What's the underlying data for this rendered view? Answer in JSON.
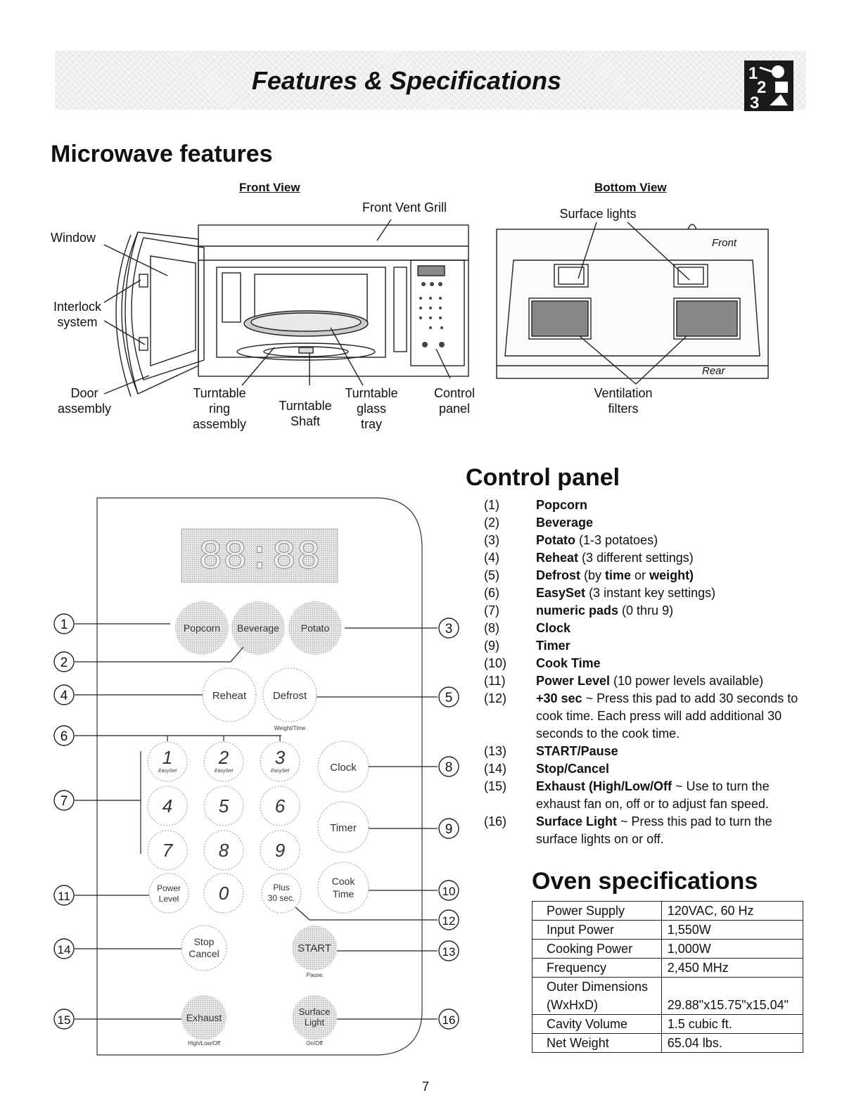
{
  "header": {
    "title": "Features & Specifications"
  },
  "microwave_features": {
    "heading": "Microwave features",
    "front_view": {
      "label": "Front View",
      "callouts": {
        "front_vent_grill": "Front Vent Grill",
        "window": "Window",
        "interlock": [
          "Interlock",
          "system"
        ],
        "door": [
          "Door",
          "assembly"
        ],
        "turntable_ring": [
          "Turntable",
          "ring",
          "assembly"
        ],
        "turntable_shaft": [
          "Turntable",
          "Shaft"
        ],
        "turntable_glass": [
          "Turntable",
          "glass",
          "tray"
        ],
        "control_panel": [
          "Control",
          "panel"
        ]
      }
    },
    "bottom_view": {
      "label": "Bottom View",
      "callouts": {
        "surface_lights": "Surface lights",
        "front": "Front",
        "rear": "Rear",
        "ventilation": [
          "Ventilation",
          "filters"
        ]
      }
    }
  },
  "control_panel": {
    "heading": "Control panel",
    "display": "88:88",
    "keys": {
      "popcorn": "Popcorn",
      "beverage": "Beverage",
      "potato": "Potato",
      "reheat": "Reheat",
      "defrost": "Defrost",
      "defrost_sub": "Weight/Time",
      "n1": "1",
      "n2": "2",
      "n3": "3",
      "easyset": "EasySet",
      "n4": "4",
      "n5": "5",
      "n6": "6",
      "n7": "7",
      "n8": "8",
      "n9": "9",
      "n0": "0",
      "clock": "Clock",
      "timer": "Timer",
      "cook": "Cook",
      "time": "Time",
      "power": "Power",
      "level": "Level",
      "plus": "Plus",
      "thirty": "30 sec.",
      "stop": "Stop",
      "cancel": "Cancel",
      "start": "START",
      "pause": "Pause",
      "exhaust": "Exhaust",
      "exhaust_sub": "High/Low/Off",
      "surface": "Surface",
      "light": "Light",
      "surface_sub": "On/Off"
    },
    "callout_numbers": [
      "1",
      "2",
      "3",
      "4",
      "5",
      "6",
      "7",
      "8",
      "9",
      "10",
      "11",
      "12",
      "13",
      "14",
      "15",
      "16"
    ],
    "items": [
      {
        "num": "(1)",
        "bold": "Popcorn",
        "rest": ""
      },
      {
        "num": "(2)",
        "bold": "Beverage",
        "rest": ""
      },
      {
        "num": "(3)",
        "bold": "Potato",
        "rest": " (1-3 potatoes)"
      },
      {
        "num": "(4)",
        "bold": "Reheat",
        "rest": " (3 different settings)"
      },
      {
        "num": "(5)",
        "bold": "Defrost",
        "rest": " (by ",
        "bold2": "time",
        "rest2": " or ",
        "bold3": "weight)"
      },
      {
        "num": "(6)",
        "bold": "EasySet",
        "rest": " (3 instant key settings)"
      },
      {
        "num": "(7)",
        "bold": "numeric pads",
        "rest": " (0 thru 9)"
      },
      {
        "num": "(8)",
        "bold": "Clock",
        "rest": ""
      },
      {
        "num": "(9)",
        "bold": "Timer",
        "rest": ""
      },
      {
        "num": "(10)",
        "bold": "Cook Time",
        "rest": ""
      },
      {
        "num": "(11)",
        "bold": "Power Level",
        "rest": " (10 power levels available)"
      },
      {
        "num": "(12)",
        "bold": "+30 sec",
        "rest": " ~ Press this pad to add 30 seconds to cook time. Each press will add additional 30 seconds to the cook time."
      },
      {
        "num": "(13)",
        "bold": "START/Pause",
        "rest": ""
      },
      {
        "num": "(14)",
        "bold": "Stop/Cancel",
        "rest": ""
      },
      {
        "num": "(15)",
        "bold": "Exhaust (High/Low/Off",
        "rest": " ~ Use to turn the exhaust fan on, off or to adjust fan speed."
      },
      {
        "num": "(16)",
        "bold": "Surface Light",
        "rest": " ~ Press this pad to turn the surface lights on or off."
      }
    ]
  },
  "oven_specifications": {
    "heading": "Oven specifications",
    "rows": [
      {
        "label": "Power Supply",
        "value": "120VAC, 60 Hz"
      },
      {
        "label": "Input Power",
        "value": "1,550W"
      },
      {
        "label": "Cooking Power",
        "value": "1,000W"
      },
      {
        "label": "Frequency",
        "value": "2,450 MHz"
      },
      {
        "label": "Outer Dimensions",
        "label2": "(WxHxD)",
        "value": "29.88\"x15.75\"x15.04\""
      },
      {
        "label": "Cavity Volume",
        "value": "1.5 cubic ft."
      },
      {
        "label": "Net Weight",
        "value": "65.04 lbs."
      }
    ]
  },
  "page_number": "7"
}
